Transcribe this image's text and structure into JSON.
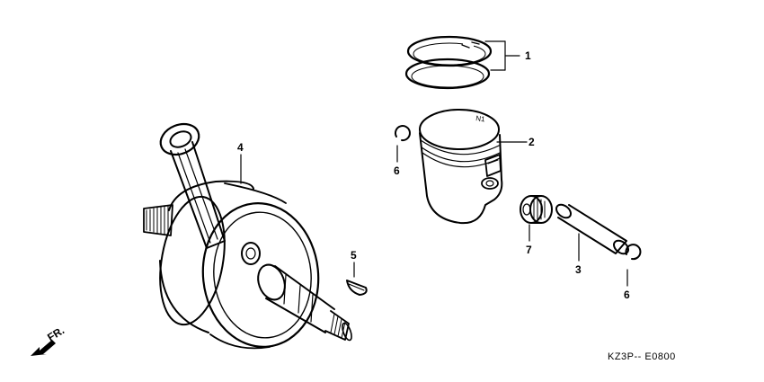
{
  "callouts": [
    {
      "id": "ring",
      "number": "1"
    },
    {
      "id": "piston",
      "number": "2"
    },
    {
      "id": "piston-pin",
      "number": "3"
    },
    {
      "id": "crankshaft",
      "number": "4"
    },
    {
      "id": "woodruff-key",
      "number": "5"
    },
    {
      "id": "clip-upper",
      "number": "6"
    },
    {
      "id": "clip-lower",
      "number": "6"
    },
    {
      "id": "needle-bearing",
      "number": "7"
    }
  ],
  "piston_mark": "N1",
  "direction_label": "FR.",
  "diagram_code": "KZ3P-- E0800"
}
